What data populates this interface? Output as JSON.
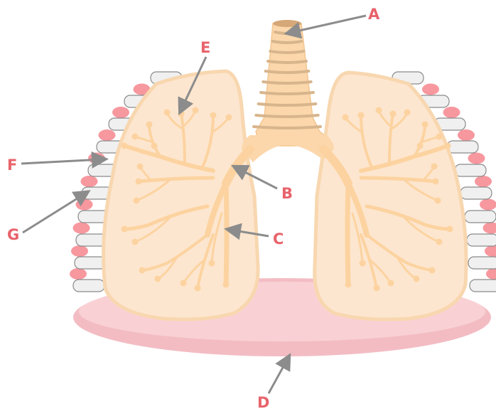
{
  "labels": [
    {
      "id": "A",
      "text": "A"
    },
    {
      "id": "B",
      "text": "B"
    },
    {
      "id": "C",
      "text": "C"
    },
    {
      "id": "D",
      "text": "D"
    },
    {
      "id": "E",
      "text": "E"
    },
    {
      "id": "F",
      "text": "F"
    },
    {
      "id": "G",
      "text": "G"
    }
  ],
  "colors": {
    "label": "#e8636b",
    "pointer": "#8c8c8c",
    "diaphragm": "#f9cfd3",
    "diaphragm_edge": "#f1b8bf",
    "lung_fill": "#fde6cf",
    "lung_edge": "#f8d7b0",
    "bronchi": "#fcd5a4",
    "trachea": "#fbd7ab",
    "trachea_ring": "#d8b58c",
    "rib": "#f0f0f0",
    "rib_edge": "#8a8a8a",
    "intercostal": "#f7979e"
  }
}
